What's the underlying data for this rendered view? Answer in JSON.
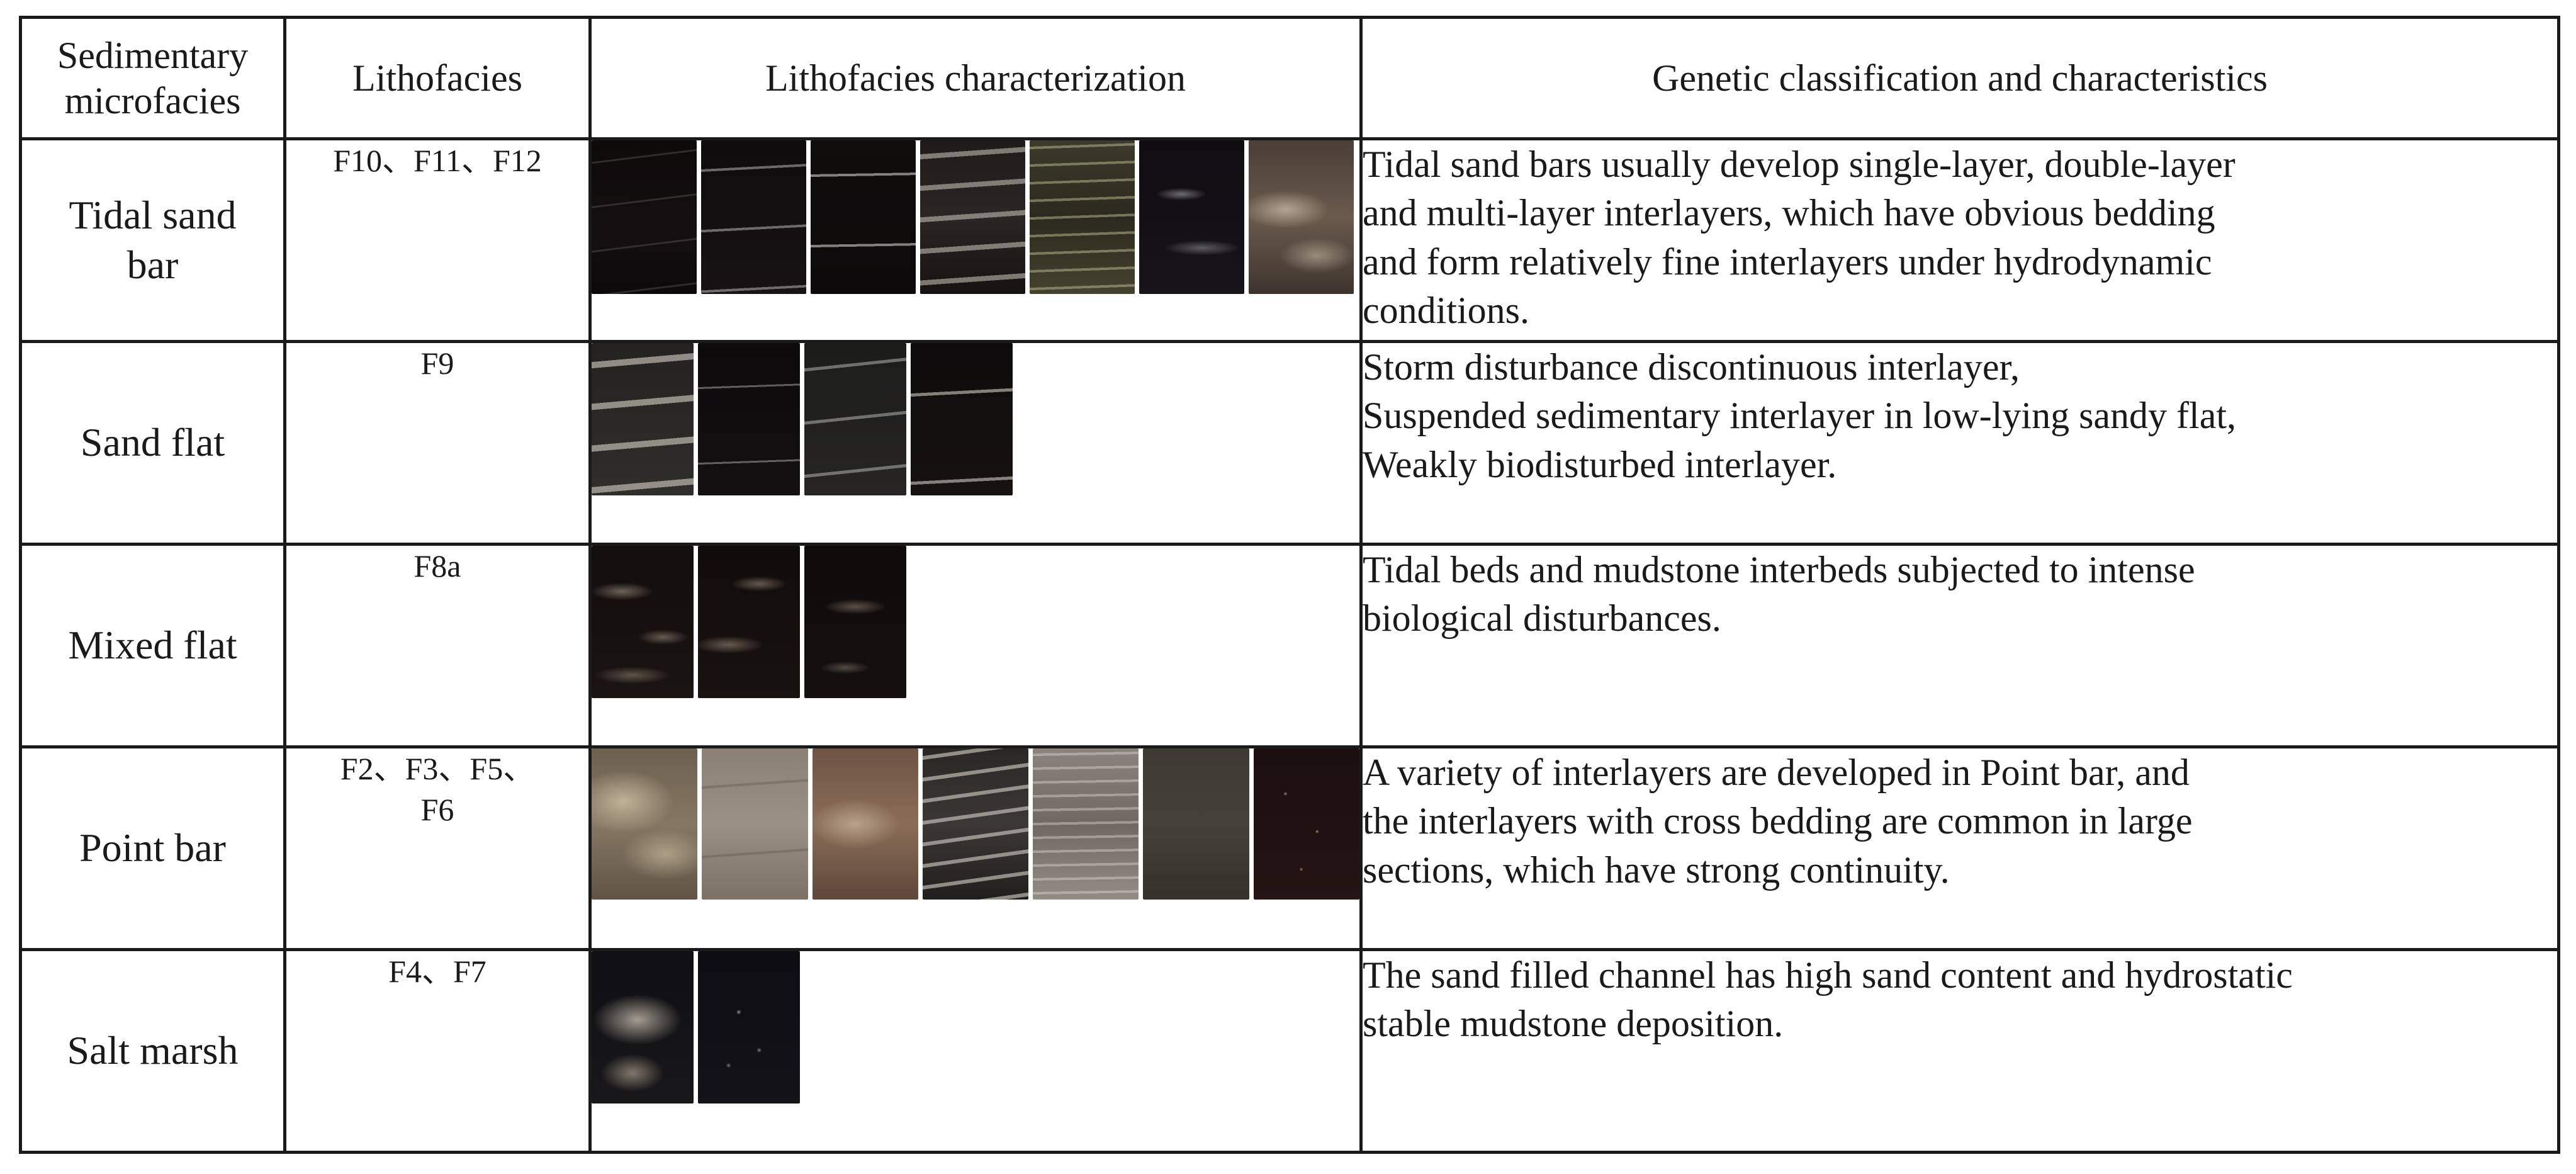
{
  "table": {
    "headers": [
      [
        "Sedimentary",
        "microfacies"
      ],
      [
        "Lithofacies"
      ],
      [
        "Lithofacies characterization"
      ],
      [
        "Genetic classification and characteristics"
      ]
    ],
    "rows": [
      {
        "microfacies": [
          "Tidal sand",
          "bar"
        ],
        "lithofacies": [
          "F10、F11、F12"
        ],
        "image_count": 7,
        "genetic": [
          "Tidal sand bars usually develop single-layer, double-layer",
          "and multi-layer interlayers, which have obvious bedding",
          "and form relatively fine interlayers under hydrodynamic",
          "conditions."
        ]
      },
      {
        "microfacies": [
          "Sand flat"
        ],
        "lithofacies": [
          "F9"
        ],
        "image_count": 4,
        "genetic": [
          "Storm disturbance discontinuous interlayer,",
          "Suspended sedimentary interlayer in low-lying sandy flat,",
          "Weakly biodisturbed interlayer."
        ]
      },
      {
        "microfacies": [
          "Mixed flat"
        ],
        "lithofacies": [
          "F8a"
        ],
        "image_count": 3,
        "genetic": [
          "Tidal beds and mudstone interbeds subjected to intense",
          "biological disturbances."
        ]
      },
      {
        "microfacies": [
          "Point bar"
        ],
        "lithofacies": [
          "F2、F3、F5、",
          "F6"
        ],
        "image_count": 7,
        "genetic": [
          "A variety of interlayers are developed in Point bar, and",
          "the interlayers with cross bedding are common in large",
          "sections, which have strong continuity."
        ]
      },
      {
        "microfacies": [
          "Salt marsh"
        ],
        "lithofacies": [
          "F4、F7"
        ],
        "image_count": 2,
        "genetic": [
          "The sand filled channel has high sand content and hydrostatic",
          "stable mudstone deposition."
        ]
      }
    ]
  }
}
